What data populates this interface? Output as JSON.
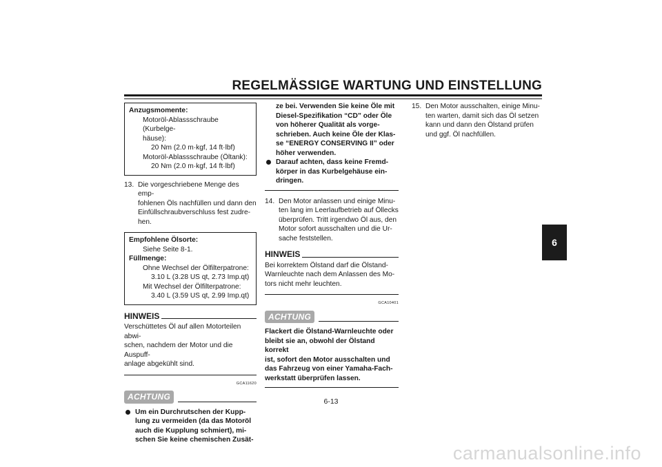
{
  "header": {
    "title": "REGELMÄSSIGE WARTUNG UND EINSTELLUNG"
  },
  "chapter_tab": "6",
  "col1": {
    "torque_box": {
      "title": "Anzugsmomente:",
      "lines": [
        "Motoröl-Ablassschraube (Kurbelge-",
        "häuse):",
        "20 Nm (2.0 m·kgf, 14 ft·lbf)",
        "Motoröl-Ablassschraube (Öltank):",
        "20 Nm (2.0 m·kgf, 14 ft·lbf)"
      ]
    },
    "step13": {
      "num": "13.",
      "lines": [
        "Die vorgeschriebene Menge des emp-",
        "fohlenen Öls nachfüllen und dann den",
        "Einfüllschraubverschluss fest zudre-",
        "hen."
      ]
    },
    "oil_box": {
      "title1": "Empfohlene Ölsorte:",
      "line1": "Siehe Seite 8-1.",
      "title2": "Füllmenge:",
      "line2": "Ohne Wechsel der Ölfilterpatrone:",
      "line3": "3.10 L (3.28 US qt, 2.73 Imp.qt)",
      "line4": "Mit Wechsel der Ölfilterpatrone:",
      "line5": "3.40 L (3.59 US qt, 2.99 Imp.qt)"
    },
    "hinweis": {
      "label": "HINWEIS",
      "lines": [
        "Verschüttetes Öl auf allen Motorteilen abwi-",
        "schen, nachdem der Motor und die Auspuff-",
        "anlage abgekühlt sind."
      ]
    },
    "code": "GCA11620",
    "achtung": {
      "label": "ACHTUNG",
      "lines": [
        "Um ein Durchrutschen der Kupp-",
        "lung zu vermeiden (da das Motoröl",
        "auch die Kupplung schmiert), mi-",
        "schen Sie keine chemischen Zusät-"
      ]
    }
  },
  "col2": {
    "cont_lines": [
      "ze bei. Verwenden Sie keine Öle mit",
      "Diesel-Spezifikation “CD” oder Öle",
      "von höherer Qualität als vorge-",
      "schrieben. Auch keine Öle der Klas-",
      "se “ENERGY CONSERVING II” oder",
      "höher verwenden."
    ],
    "bullet2_lines": [
      "Darauf achten, dass keine Fremd-",
      "körper in das Kurbelgehäuse ein-",
      "dringen."
    ],
    "step14": {
      "num": "14.",
      "lines": [
        "Den Motor anlassen und einige Minu-",
        "ten lang im Leerlaufbetrieb auf Öllecks",
        "überprüfen. Tritt irgendwo Öl aus, den",
        "Motor sofort ausschalten und die Ur-",
        "sache feststellen."
      ]
    },
    "hinweis": {
      "label": "HINWEIS",
      "lines": [
        "Bei korrektem Ölstand darf die Ölstand-",
        "Warnleuchte nach dem Anlassen des Mo-",
        "tors nicht mehr leuchten."
      ]
    },
    "code": "GCA10401",
    "achtung": {
      "label": "ACHTUNG",
      "lines": [
        "Flackert die Ölstand-Warnleuchte oder",
        "bleibt sie an, obwohl der Ölstand korrekt",
        "ist, sofort den Motor ausschalten und",
        "das Fahrzeug von einer Yamaha-Fach-",
        "werkstatt überprüfen lassen."
      ]
    }
  },
  "col3": {
    "step15": {
      "num": "15.",
      "lines": [
        "Den Motor ausschalten, einige Minu-",
        "ten warten, damit sich das Öl setzen",
        "kann und dann den Ölstand prüfen",
        "und ggf. Öl nachfüllen."
      ]
    }
  },
  "footer": {
    "page_number": "6-13"
  },
  "watermark": "carmanualsonline.info"
}
